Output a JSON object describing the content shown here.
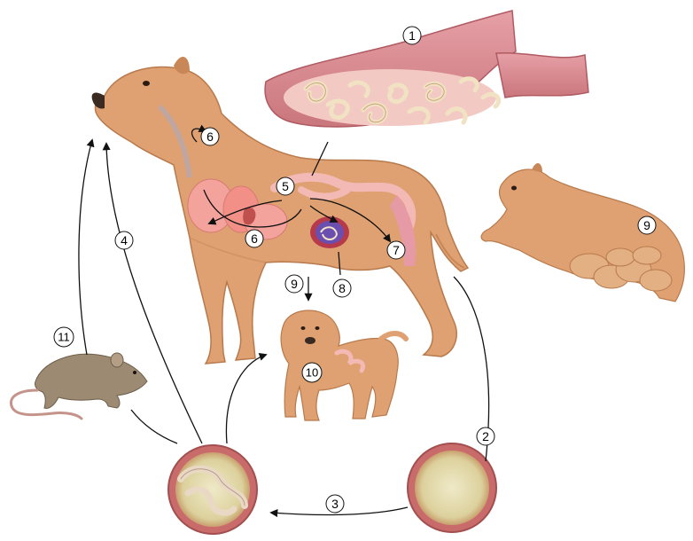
{
  "figure": {
    "step_labels": {
      "s1": "1",
      "s2": "2",
      "s3": "3",
      "s4": "4",
      "s5": "5",
      "s6a": "6",
      "s6b": "6",
      "s7": "7",
      "s8": "8",
      "s9a": "9",
      "s9b": "9",
      "s10": "10",
      "s11": "11"
    },
    "colors": {
      "dog_fur": "#dfa172",
      "dog_shadow": "#c98757",
      "intestine_wall": "#d98a8e",
      "worm": "#f1e2c4",
      "organ": "#f4a29c",
      "egg_shell": "#c96b6b",
      "egg_inner": "#e9e1b4",
      "mouse": "#9c8a72",
      "arrow": "#111111",
      "fetus": "#6a4fb0"
    }
  }
}
